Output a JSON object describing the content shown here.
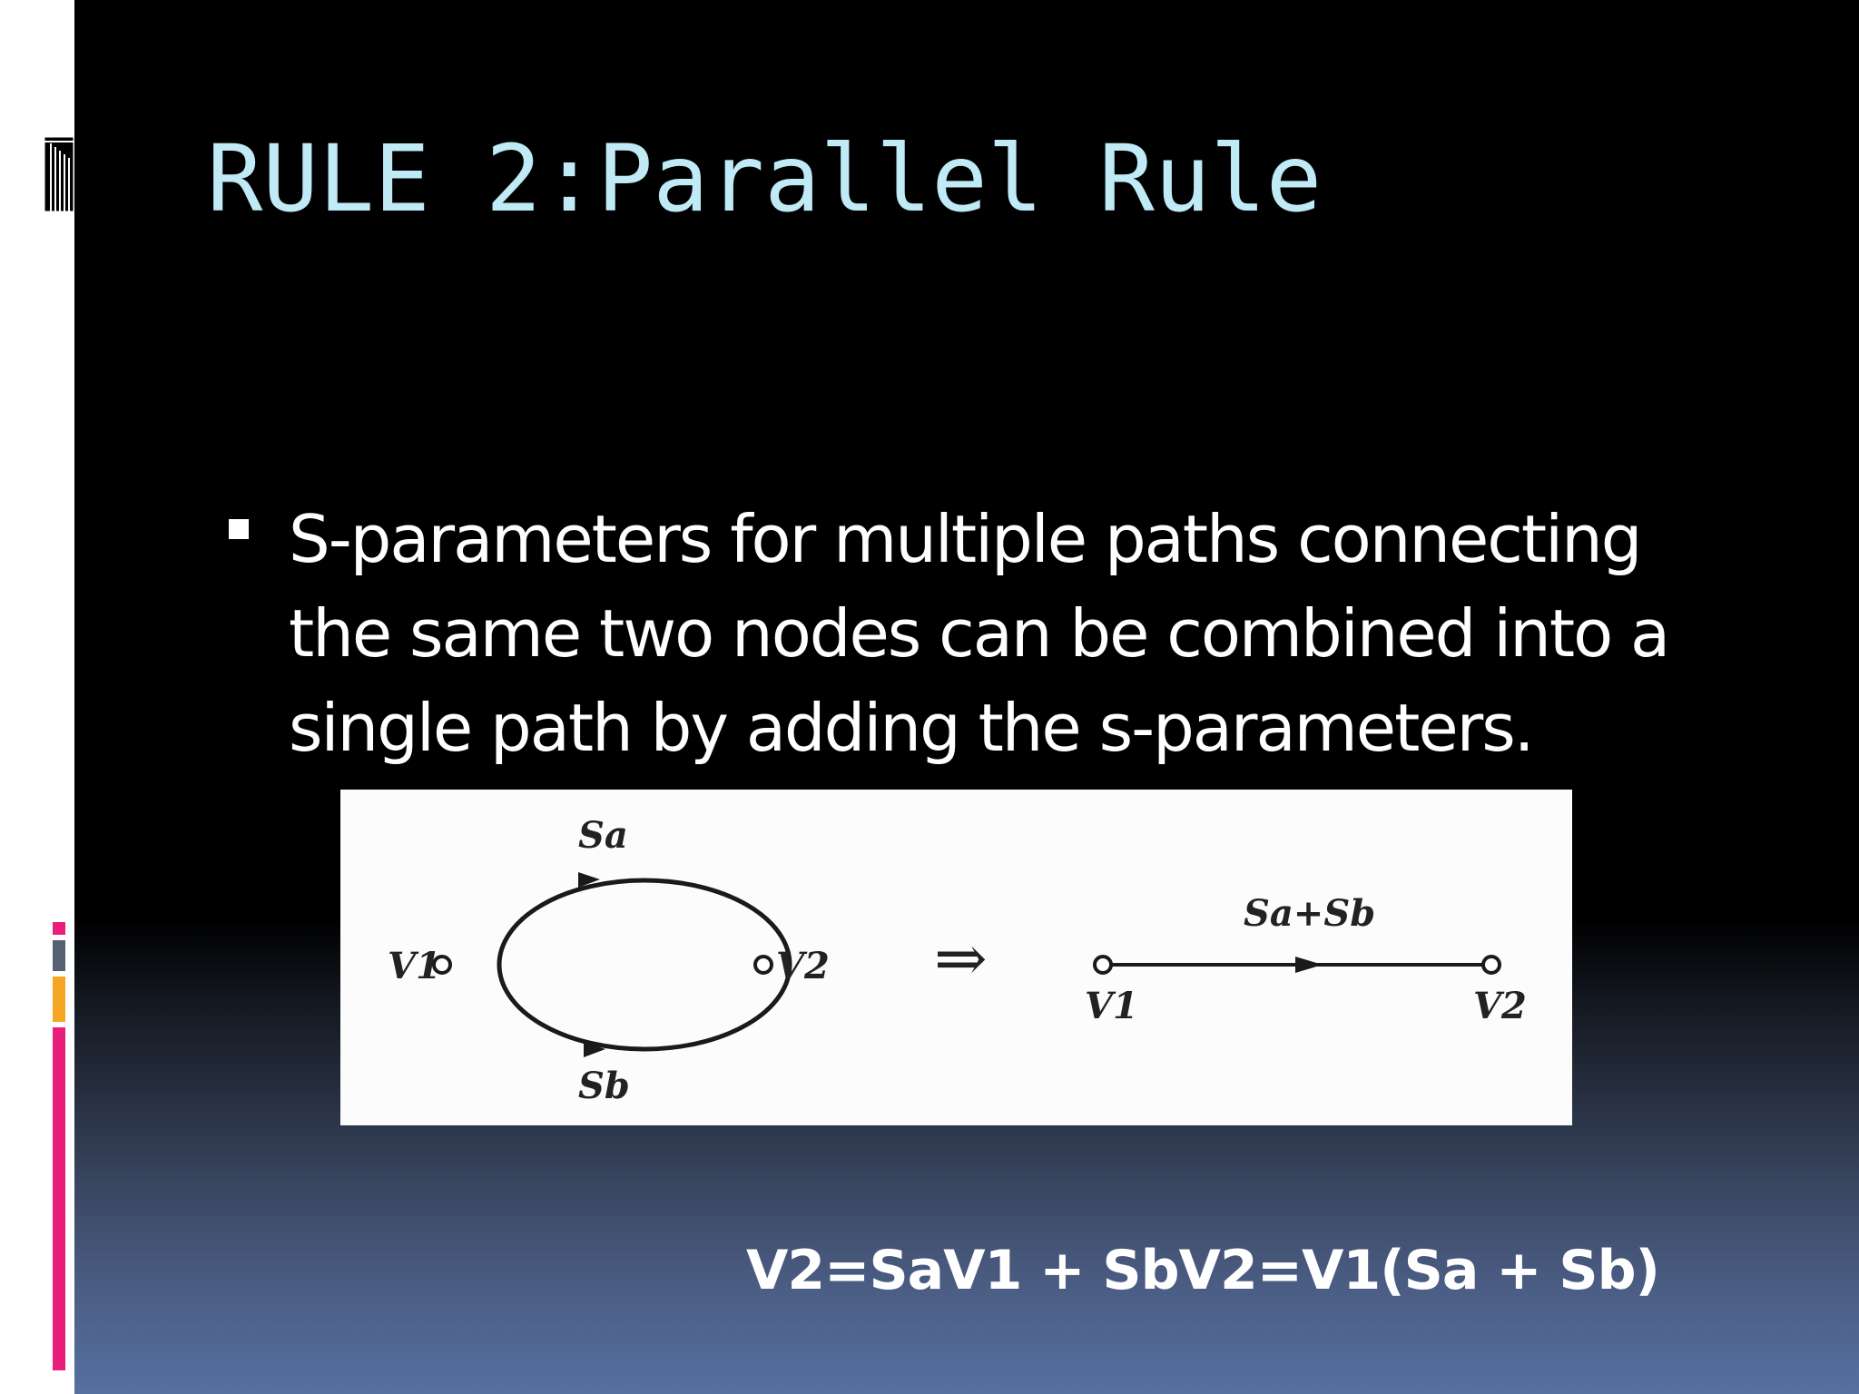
{
  "slide": {
    "title": "RULE 2:Parallel Rule",
    "bullets": [
      "S-parameters for multiple paths connecting the same two nodes can be combined into a single path by adding the s-parameters."
    ],
    "equation": "V2=SaV1 + SbV2=V1(Sa + Sb)"
  },
  "figure": {
    "left": {
      "top_path_label": "Sa",
      "bottom_path_label": "Sb",
      "node_left_label": "V1",
      "node_right_label": "V2"
    },
    "implies_symbol": "⇒",
    "right": {
      "path_label": "Sa+Sb",
      "node_left_label": "V1",
      "node_right_label": "V2"
    }
  },
  "colors": {
    "title": "#bfeaf6",
    "body_text": "#ffffff",
    "accent_pink": "#e91e7a",
    "accent_orange": "#f5a623",
    "accent_slate": "#556070"
  }
}
